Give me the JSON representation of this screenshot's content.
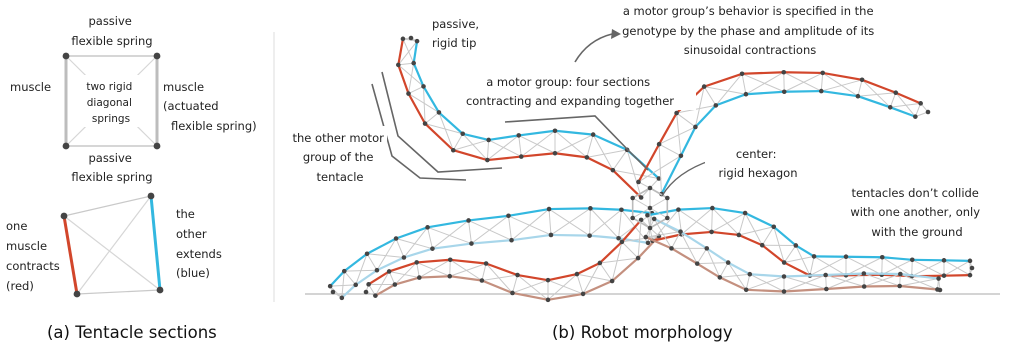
{
  "panel_a": {
    "top_label": [
      "passive",
      "flexible spring"
    ],
    "left_label": "muscle",
    "center_label": [
      "two rigid",
      "diagonal",
      "springs"
    ],
    "right_label": [
      "muscle",
      "(actuated",
      "flexible spring)"
    ],
    "bottom_label": [
      "passive",
      "flexible spring"
    ],
    "contract_label": [
      "one",
      "muscle",
      "contracts",
      "(red)"
    ],
    "extend_label": [
      "the",
      "other",
      "extends",
      "(blue)"
    ],
    "caption": "(a) Tentacle sections"
  },
  "panel_b": {
    "tip_label": [
      "passive,",
      "rigid tip"
    ],
    "phase_label": [
      "a motor group’s behavior is specified in the",
      "genotype by the phase and amplitude of its",
      "sinusoidal contractions"
    ],
    "group_label": [
      "a motor group: four sections",
      "contracting and expanding together"
    ],
    "other_group_label": [
      "the other motor",
      "group of the",
      "tentacle"
    ],
    "center_label": [
      "center:",
      "rigid hexagon"
    ],
    "collide_label": [
      "tentacles don’t collide",
      "with one another, only",
      "with the ground"
    ],
    "caption": "(b) Robot morphology"
  },
  "colors": {
    "muscle_contract": "#d2462b",
    "muscle_extend": "#33b8e0",
    "muscle_contract_faded": "#c4907f",
    "muscle_extend_faded": "#a8d6ea",
    "lattice": "#c9c9c9",
    "rigid_edge": "#bbbbbb",
    "node": "#444444",
    "leader_line": "#666666"
  }
}
